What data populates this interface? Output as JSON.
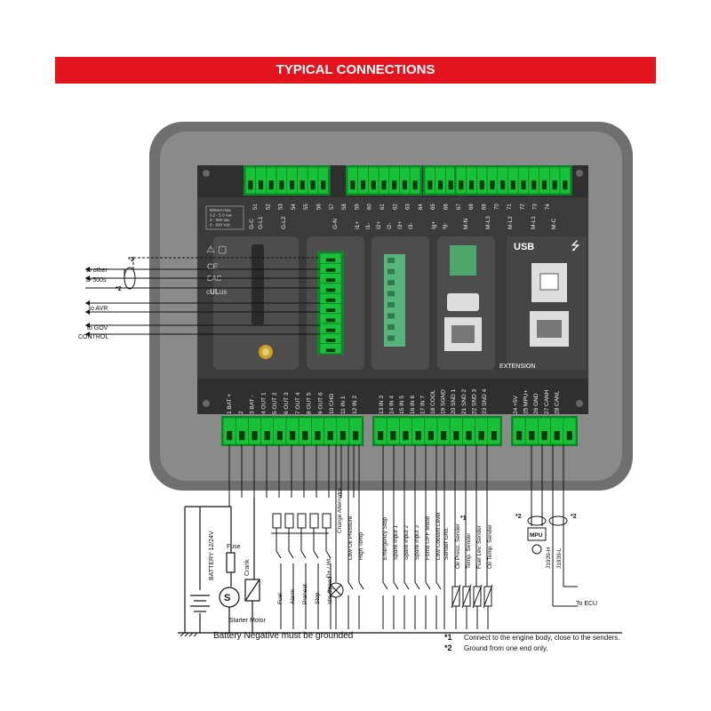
{
  "banner": {
    "title": "TYPICAL CONNECTIONS"
  },
  "module": {
    "top_pins": [
      "G-C",
      "G-L1",
      "G-L2",
      "G-N",
      "I1+",
      "I1-",
      "I2+",
      "I2-",
      "I3+",
      "I3-",
      "Ig+",
      "Ig-",
      "M-N",
      "M-L3",
      "M-L2",
      "M-L1",
      "M-C"
    ],
    "top_numbers": [
      "51",
      "52",
      "53",
      "54",
      "55",
      "56",
      "57",
      "58",
      "59",
      "60",
      "61",
      "62",
      "63",
      "64",
      "65",
      "66",
      "67",
      "68",
      "69",
      "70",
      "71",
      "72",
      "73",
      "74"
    ],
    "rating_lines": [
      "600mA max",
      "0.2 - 5.0 Aac",
      "0 - 300 Vac",
      "0 - 600 Vdc"
    ],
    "usb_label": "USB",
    "extension_label": "EXTENSION",
    "bottom_pins": [
      "1 BAT +",
      "2",
      "3 BAT -",
      "4 OUT 1",
      "5 OUT 2",
      "6 OUT 3",
      "7 OUT 4",
      "8 OUT 5",
      "9 OUT 6",
      "10 CHG",
      "11 IN 1",
      "12 IN 2",
      "13 IN 3",
      "14 IN 4",
      "15 IN 5",
      "16 IN 6",
      "17 IN 7",
      "18 COOL",
      "19 SGND",
      "20 SND 1",
      "21 SND 2",
      "22 SND 3",
      "23 SND 4",
      "24 +5V",
      "25 MPU+",
      "26 GND",
      "27 CANH",
      "28 CANL"
    ]
  },
  "left_labels": {
    "other": "to other",
    "d500": "D-500s",
    "avr": "to AVR",
    "gov": "to GOV",
    "control": "CONTROL",
    "note3": "*3",
    "note2": "*2"
  },
  "wiring": {
    "battery": "BATTERY 12/24V",
    "fuse": "Fuse",
    "crank": "Crank",
    "starter": "Starter Motor",
    "outputs": [
      "Fuel",
      "Alarm",
      "Preheat",
      "Stop",
      "Idle Speed"
    ],
    "charge": [
      "D+ / WL",
      "Charge Alternator"
    ],
    "inputs": [
      "Low Oil Pressure",
      "High Temp",
      "Emergency Stop",
      "Spare Input 1",
      "Spare Input 2",
      "Spare Input 3",
      "Force OFF Mode",
      "Low Coolant Level"
    ],
    "senders": [
      "Sender Gnd.",
      "Oil Press. Sender",
      "Temp. Sender",
      "Fuel Lev. Sender",
      "Oil Temp. Sender"
    ],
    "sender_note": "*1",
    "mpu": "MPU",
    "can": [
      "J1939-H",
      "J1939-L"
    ],
    "to_ecu": "To ECU",
    "note2": "*2",
    "ground": "Battery Negative must be grounded"
  },
  "footnotes": [
    {
      "mark": "*1",
      "text": "Connect to the engine body, close to the senders."
    },
    {
      "mark": "*2",
      "text": "Ground from one end only."
    }
  ]
}
